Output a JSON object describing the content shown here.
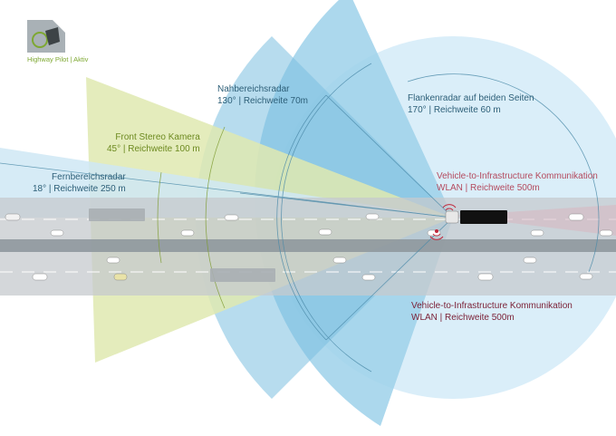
{
  "logo": {
    "caption": "Highway Pilot | Aktiv"
  },
  "labels": {
    "fernbereich": {
      "name": "Fernbereichsradar",
      "spec": "18° | Reichweite 250 m"
    },
    "kamera": {
      "name": "Front Stereo Kamera",
      "spec": "45° | Reichweite 100 m"
    },
    "nahbereich": {
      "name": "Nahbereichsradar",
      "spec": "130° | Reichweite 70m"
    },
    "flanken": {
      "name": "Flankenradar auf beiden Seiten",
      "spec": "170° | Reichweite 60 m"
    },
    "v2i_top": {
      "name": "Vehicle-to-Infrastructure Kommunikation",
      "spec": "WLAN | Reichweite 500m"
    },
    "v2i_bottom": {
      "name": "Vehicle-to-Infrastructure Kommunikation",
      "spec": "WLAN | Reichweite 500m"
    }
  },
  "colors": {
    "kamera": "#6d8a20",
    "radar": "#2d5f78",
    "v2i_top": "#b44a5e",
    "v2i_bottom": "#7a1f35",
    "logo_text": "#7ea832",
    "road": "#b8c0c4",
    "truck": "#111111"
  }
}
